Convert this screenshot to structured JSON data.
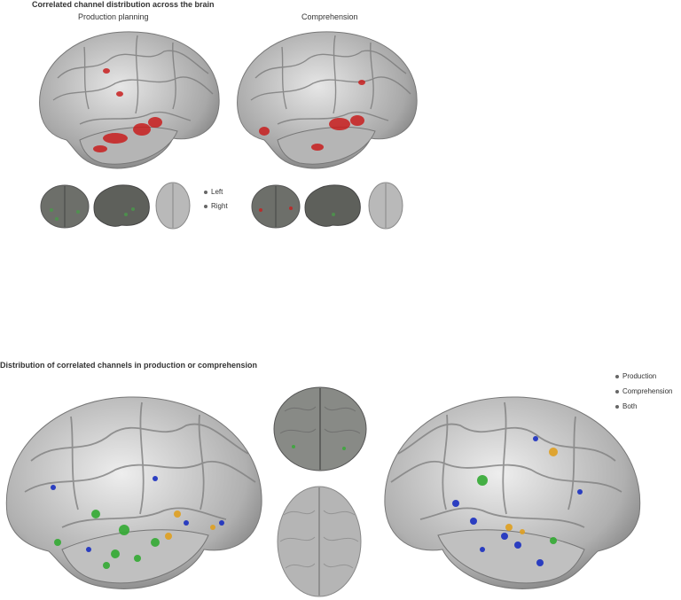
{
  "panel_a": {
    "title": "Correlated channel distribution across the brain",
    "left_label": "Production planning",
    "right_label": "Comprehension",
    "legend": [
      {
        "label": "Left",
        "color": "#888888"
      },
      {
        "label": "Right",
        "color": "#888888"
      }
    ],
    "marker_color": "#c81e1e"
  },
  "panel_b": {
    "title": "Distribution of correlated channels in production or comprehension",
    "legend": [
      {
        "label": "Production",
        "color": "#888888"
      },
      {
        "label": "Comprehension",
        "color": "#888888"
      },
      {
        "label": "Both",
        "color": "#888888"
      }
    ],
    "marker_colors": {
      "production": "#33aa33",
      "comprehension": "#1a2fc0",
      "both": "#e0a020"
    }
  }
}
